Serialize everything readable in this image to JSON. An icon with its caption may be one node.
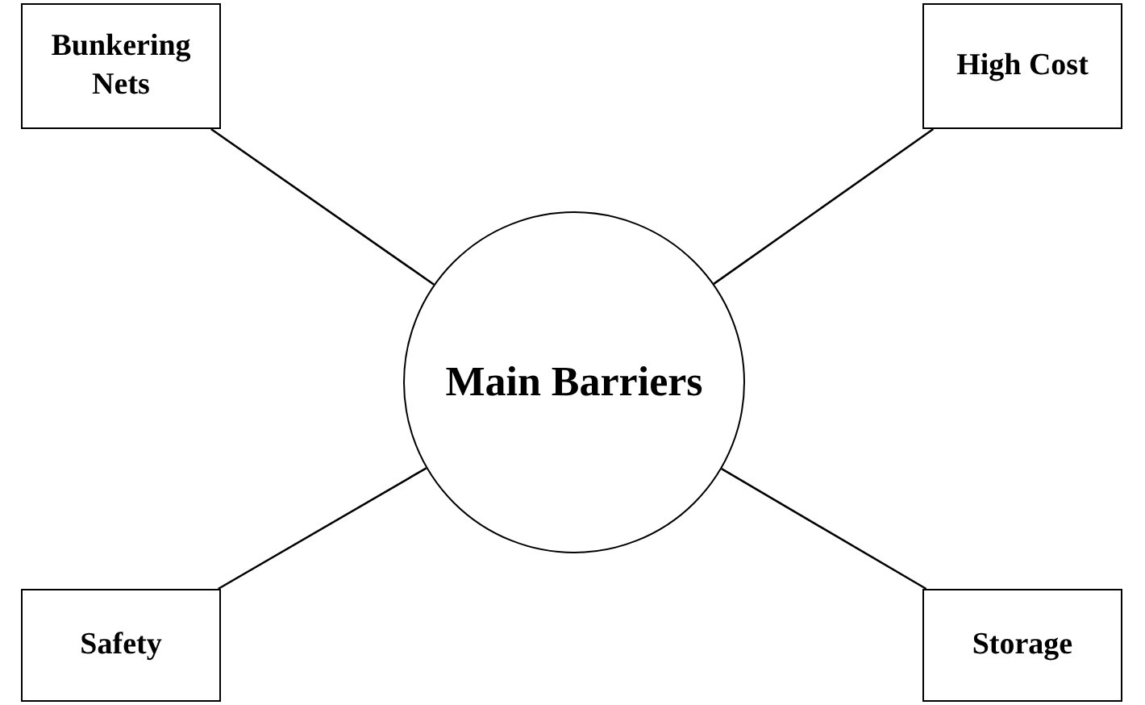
{
  "diagram": {
    "nodes": [
      {
        "text": [
          "Main Barriers"
        ]
      },
      {
        "text": [
          "Bunkering Nets"
        ]
      },
      {
        "text": [
          "High Cost"
        ]
      },
      {
        "text": [
          "Safety"
        ]
      },
      {
        "text": [
          "Storage"
        ]
      }
    ],
    "edges": [
      {
        "from": 1,
        "to": 0,
        "arrow": "none"
      },
      {
        "from": 2,
        "to": 0,
        "arrow": "none"
      },
      {
        "from": 3,
        "to": 0,
        "arrow": "none"
      },
      {
        "from": 4,
        "to": 0,
        "arrow": "none"
      }
    ]
  }
}
